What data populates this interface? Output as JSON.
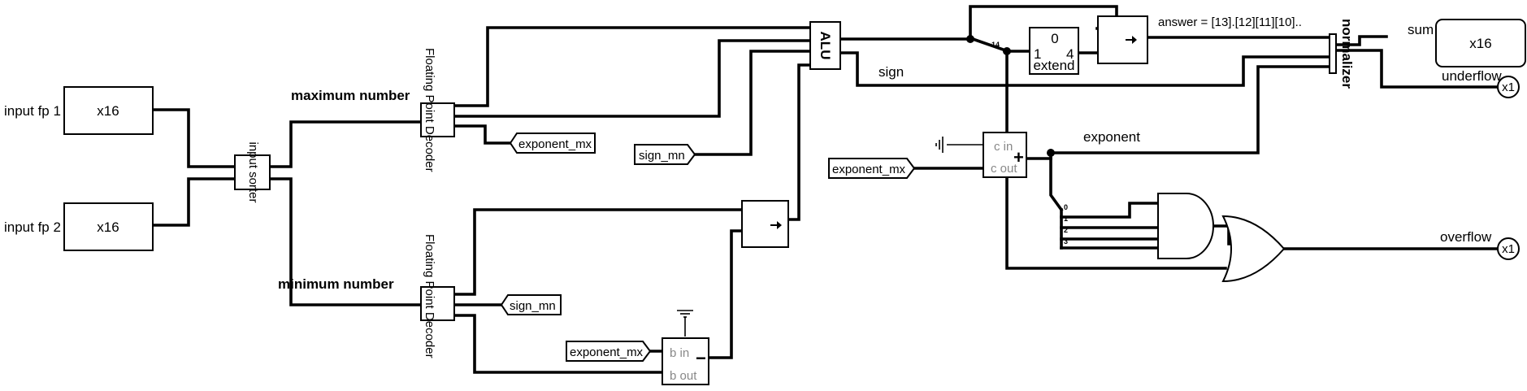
{
  "diagram": {
    "inputs": {
      "fp1_label": "input fp 1",
      "fp2_label": "input fp 2",
      "width_label": "x16"
    },
    "sorter_label": "input sorter",
    "net_labels": {
      "max": "maximum number",
      "min": "minimum number",
      "sign": "sign",
      "exponent": "exponent"
    },
    "decoder_label": "Floating Point Decoder",
    "tunnels": {
      "exponent_mx": "exponent_mx",
      "sign_mn": "sign_mn"
    },
    "alu_label": "ALU",
    "extend": {
      "top": "0",
      "left": "1",
      "right": "4",
      "bottom": "extend"
    },
    "split_index": "14",
    "answer_text": "answer = [13].[12][11][10]..",
    "normalizer_label": "normalizer",
    "adder": {
      "cin": "c in",
      "cout": "c out",
      "op": "+"
    },
    "subtractor": {
      "bin": "b in",
      "bout": "b out",
      "op": "−"
    },
    "splitter_bits": [
      "0",
      "1",
      "2",
      "3"
    ],
    "outputs": {
      "sum_label": "sum",
      "sum_width": "x16",
      "underflow_label": "underflow",
      "overflow_label": "overflow",
      "bit_width": "x1"
    }
  }
}
